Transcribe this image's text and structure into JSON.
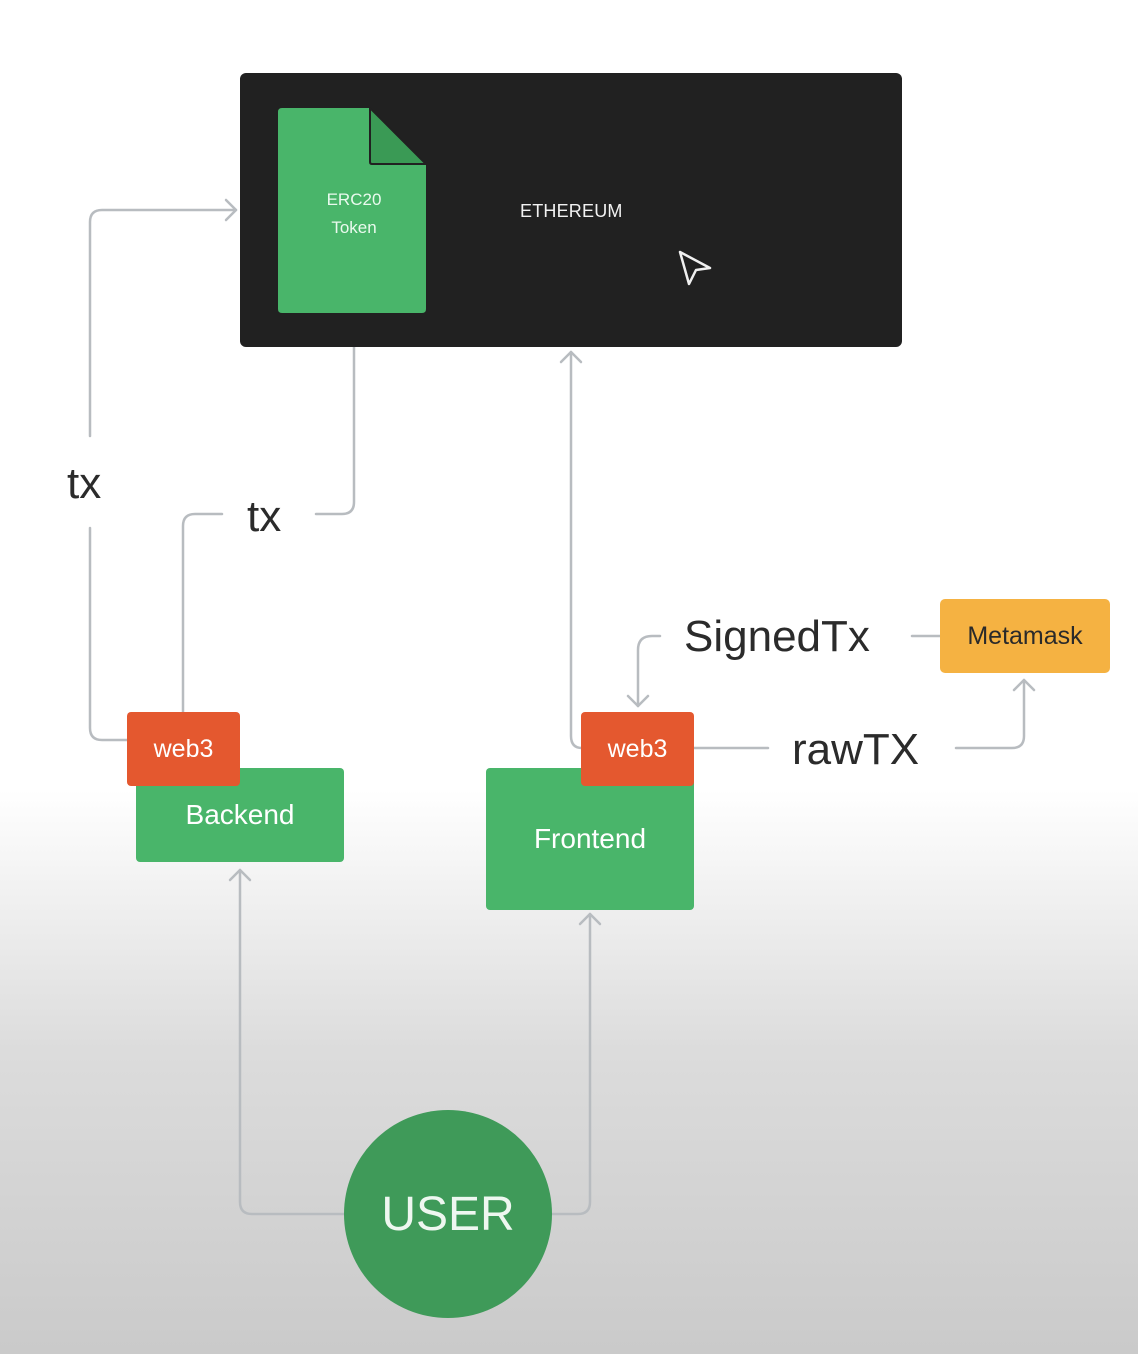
{
  "nodes": {
    "ethereum": "ETHEREUM",
    "token_line1": "ERC20",
    "token_line2": "Token",
    "backend": "Backend",
    "frontend": "Frontend",
    "web3_backend": "web3",
    "web3_frontend": "web3",
    "metamask": "Metamask",
    "user": "USER"
  },
  "edges": {
    "tx_outer": "tx",
    "tx_inner": "tx",
    "signed_tx": "SignedTx",
    "raw_tx": "rawTX"
  },
  "colors": {
    "panel": "#212121",
    "node_green": "#49b56a",
    "web3_orange": "#e4582f",
    "metamask_yellow": "#f5b242",
    "user_green": "#3f9a59",
    "connector": "#b8bcc0"
  },
  "icons": [
    "file-icon",
    "cursor-icon"
  ]
}
